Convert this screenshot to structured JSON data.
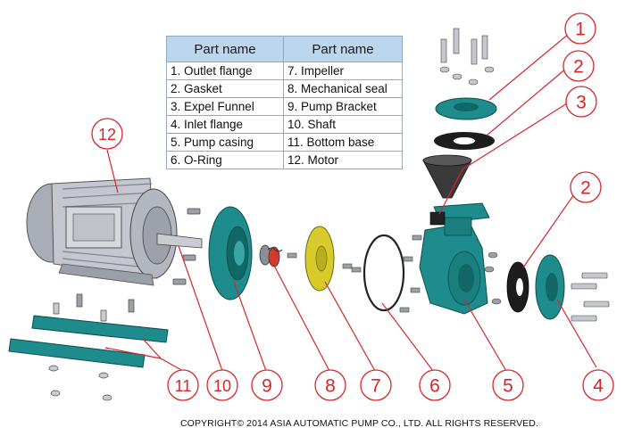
{
  "table": {
    "headers": [
      "Part name",
      "Part name"
    ],
    "rows": [
      [
        "1. Outlet flange",
        "7. Impeller"
      ],
      [
        "2. Gasket",
        "8. Mechanical seal"
      ],
      [
        "3. Expel Funnel",
        "9. Pump Bracket"
      ],
      [
        "4. Inlet flange",
        "10. Shaft"
      ],
      [
        "5. Pump casing",
        "11. Bottom base"
      ],
      [
        "6. O-Ring",
        "12. Motor"
      ]
    ]
  },
  "callouts": [
    "1",
    "2",
    "3",
    "2",
    "4",
    "5",
    "6",
    "7",
    "8",
    "9",
    "10",
    "11",
    "12"
  ],
  "copyright": "COPYRIGHT© 2014 ASIA AUTOMATIC PUMP CO., LTD. ALL RIGHTS RESERVED.",
  "colors": {
    "callout": "#d7262b",
    "pump_teal": "#1e8c8c",
    "impeller_yellow": "#d6cb2a",
    "motor_gray": "#b8bcc4"
  }
}
